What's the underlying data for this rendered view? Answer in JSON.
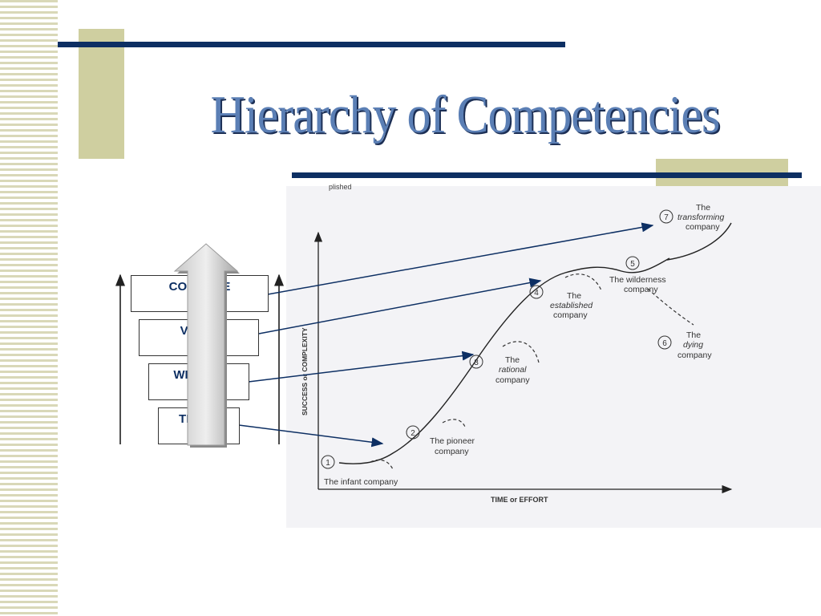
{
  "slide": {
    "title": "Hierarchy of Competencies"
  },
  "competencies": [
    {
      "label": "COURAGE"
    },
    {
      "label": "VOICE"
    },
    {
      "label": "WISDOM"
    },
    {
      "label": "TRUST"
    }
  ],
  "graph": {
    "top_fragment": "plished",
    "y_axis_label": "SUCCESS or COMPLEXITY",
    "x_axis_label": "TIME or EFFORT",
    "stages": [
      {
        "number": "1",
        "lines": [
          "The infant company"
        ]
      },
      {
        "number": "2",
        "lines": [
          "The pioneer",
          "company"
        ]
      },
      {
        "number": "3",
        "lines": [
          "The",
          "rational",
          "company"
        ]
      },
      {
        "number": "4",
        "lines": [
          "The",
          "established",
          "company"
        ]
      },
      {
        "number": "5",
        "lines": [
          "The wilderness",
          "company"
        ]
      },
      {
        "number": "6",
        "lines": [
          "The",
          "dying",
          "company"
        ]
      },
      {
        "number": "7",
        "lines": [
          "The",
          "transforming",
          "company"
        ]
      }
    ]
  },
  "colors": {
    "navy": "#0d2f63",
    "khaki": "#cfcfa0",
    "title_fill": "#5b7fb5"
  }
}
